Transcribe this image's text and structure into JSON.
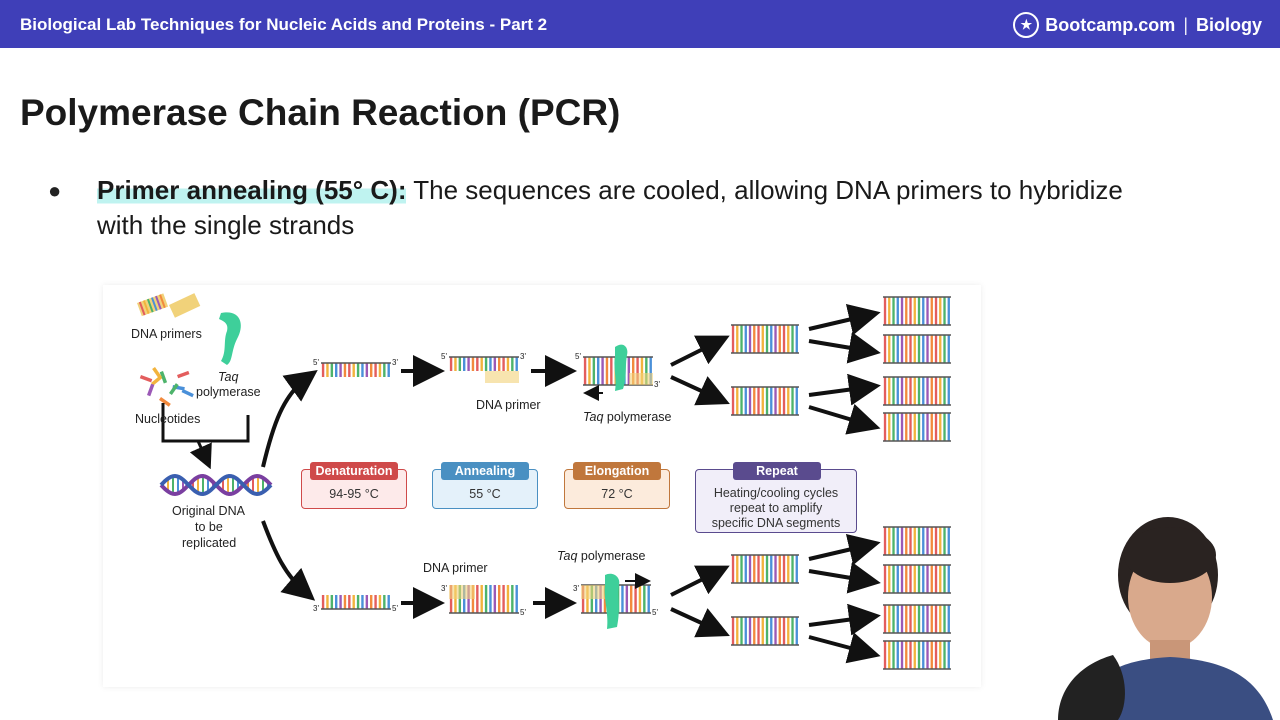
{
  "header": {
    "title": "Biological Lab Techniques for Nucleic Acids and Proteins - Part 2",
    "brand": "Bootcamp.com",
    "brand_sep": "|",
    "subject": "Biology"
  },
  "slide": {
    "title": "Polymerase Chain Reaction (PCR)",
    "bullet_highlight": "Primer annealing (55° C):",
    "bullet_text": " The sequences are cooled, allowing DNA primers to hybridize with the single strands"
  },
  "diagram": {
    "labels": {
      "dna_primers": "DNA primers",
      "taq": "Taq",
      "polymerase": "polymerase",
      "nucleotides": "Nucleotides",
      "original_dna": "Original DNA",
      "to_be": "to be",
      "replicated": "replicated",
      "dna_primer_top": "DNA primer",
      "taq_polymerase_top": "polymerase",
      "dna_primer_bottom": "DNA primer",
      "taq_polymerase_bottom": "polymerase",
      "five_prime": "5'",
      "three_prime": "3'"
    },
    "stages": [
      {
        "name": "Denaturation",
        "temp": "94-95 °C",
        "color": "#cf4a4a",
        "bg": "#fdeaea",
        "border": "#cf4a4a"
      },
      {
        "name": "Annealing",
        "temp": "55 °C",
        "color": "#4a90c2",
        "bg": "#e4f1fa",
        "border": "#4a90c2"
      },
      {
        "name": "Elongation",
        "temp": "72 °C",
        "color": "#c0773c",
        "bg": "#fcebdc",
        "border": "#c0773c"
      }
    ],
    "repeat": {
      "name": "Repeat",
      "line1": "Heating/cooling cycles",
      "line2": "repeat to amplify",
      "line3": "specific DNA segments",
      "color": "#5a4b8e",
      "bg": "#f1eef9"
    }
  },
  "colors": {
    "header_bg": "#3f3fb8",
    "highlight": "#bff3f0",
    "taq_green": "#3ecf9a"
  }
}
